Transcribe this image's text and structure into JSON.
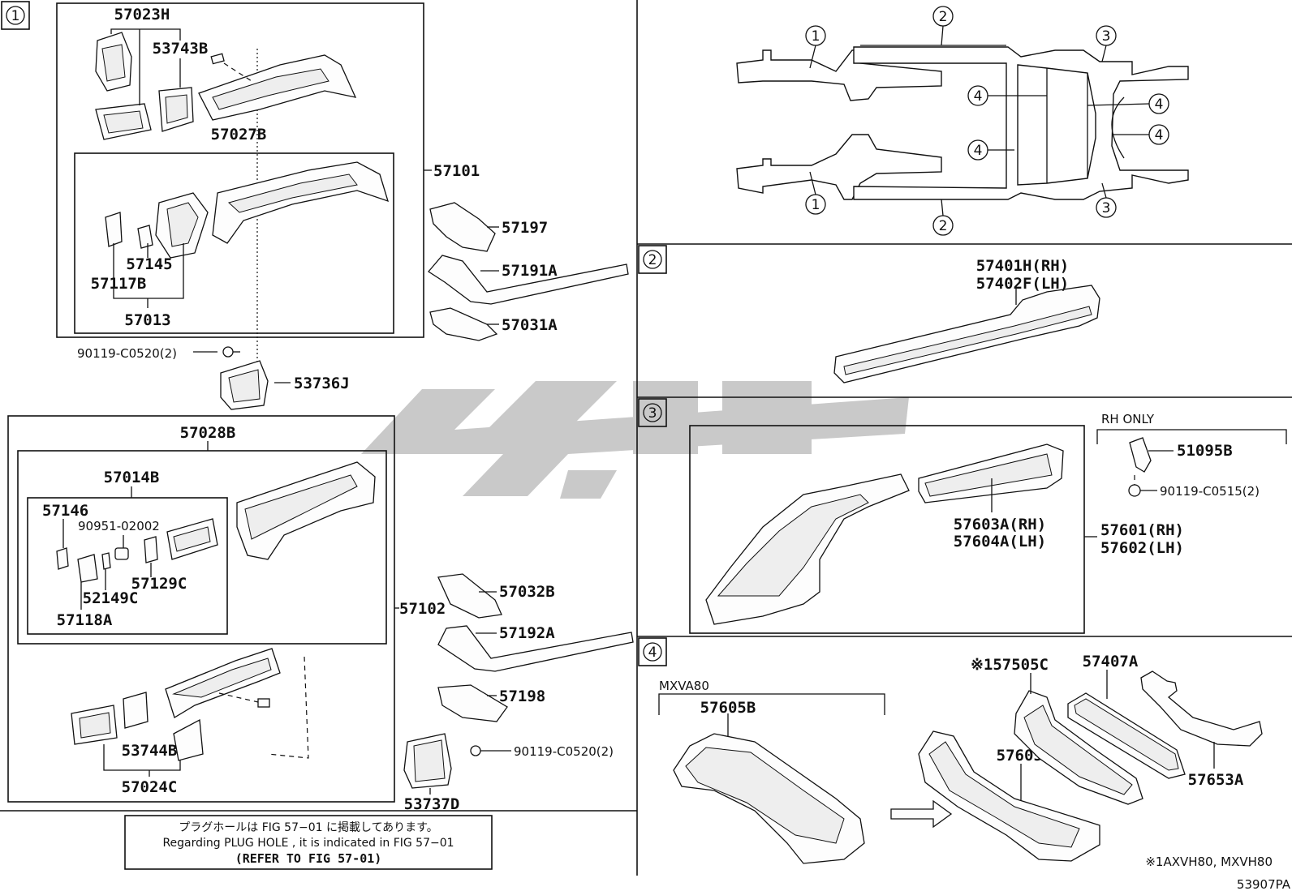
{
  "sections": {
    "s1": "1",
    "s2": "2",
    "s3": "3",
    "s4": "4"
  },
  "overview": {
    "c1a": "1",
    "c2a": "2",
    "c3a": "3",
    "c4a": "4",
    "c4b": "4",
    "c4c": "4",
    "c4d": "4",
    "c1b": "1",
    "c2b": "2",
    "c3b": "3"
  },
  "labels": {
    "p57023H": "57023H",
    "p53743B": "53743B",
    "p57027B": "57027B",
    "p57101": "57101",
    "p57145": "57145",
    "p57117B": "57117B",
    "p57013": "57013",
    "p57197": "57197",
    "p57191A": "57191A",
    "p57031A": "57031A",
    "p90119a": "90119-C0520(2)",
    "p53736J": "53736J",
    "p57028B": "57028B",
    "p57014B": "57014B",
    "p57146": "57146",
    "p90951": "90951-02002",
    "p57129C": "57129C",
    "p52149C": "52149C",
    "p57118A": "57118A",
    "p57102": "57102",
    "p57032B": "57032B",
    "p57192A": "57192A",
    "p57198": "57198",
    "p90119b": "90119-C0520(2)",
    "p53744B": "53744B",
    "p57024C": "57024C",
    "p53737D": "53737D",
    "p57401H": "57401H(RH)",
    "p57402F": "57402F(LH)",
    "rhOnly": "RH ONLY",
    "p51095B": "51095B",
    "p90119c": "90119-C0515(2)",
    "p57603A": "57603A(RH)",
    "p57604A": "57604A(LH)",
    "p57601": "57601(RH)",
    "p57602": "57602(LH)",
    "mxva80": "MXVA80",
    "p57605Ba": "57605B",
    "p57505C": "※157505C",
    "p57407A": "57407A",
    "p57605Bb": "57605B",
    "p57653A": "57653A",
    "footnote": "※1AXVH80, MXVH80",
    "figcode": "53907PA"
  },
  "notebox": {
    "line1": "プラグホールは FIG 57−01 に掲載してあります。",
    "line2": "Regarding  PLUG HOLE , it is indicated in FIG  57−01",
    "line3": "(REFER TO FIG 57-01)"
  },
  "colors": {
    "line": "#111111",
    "watermark": "#c9c9c9"
  }
}
